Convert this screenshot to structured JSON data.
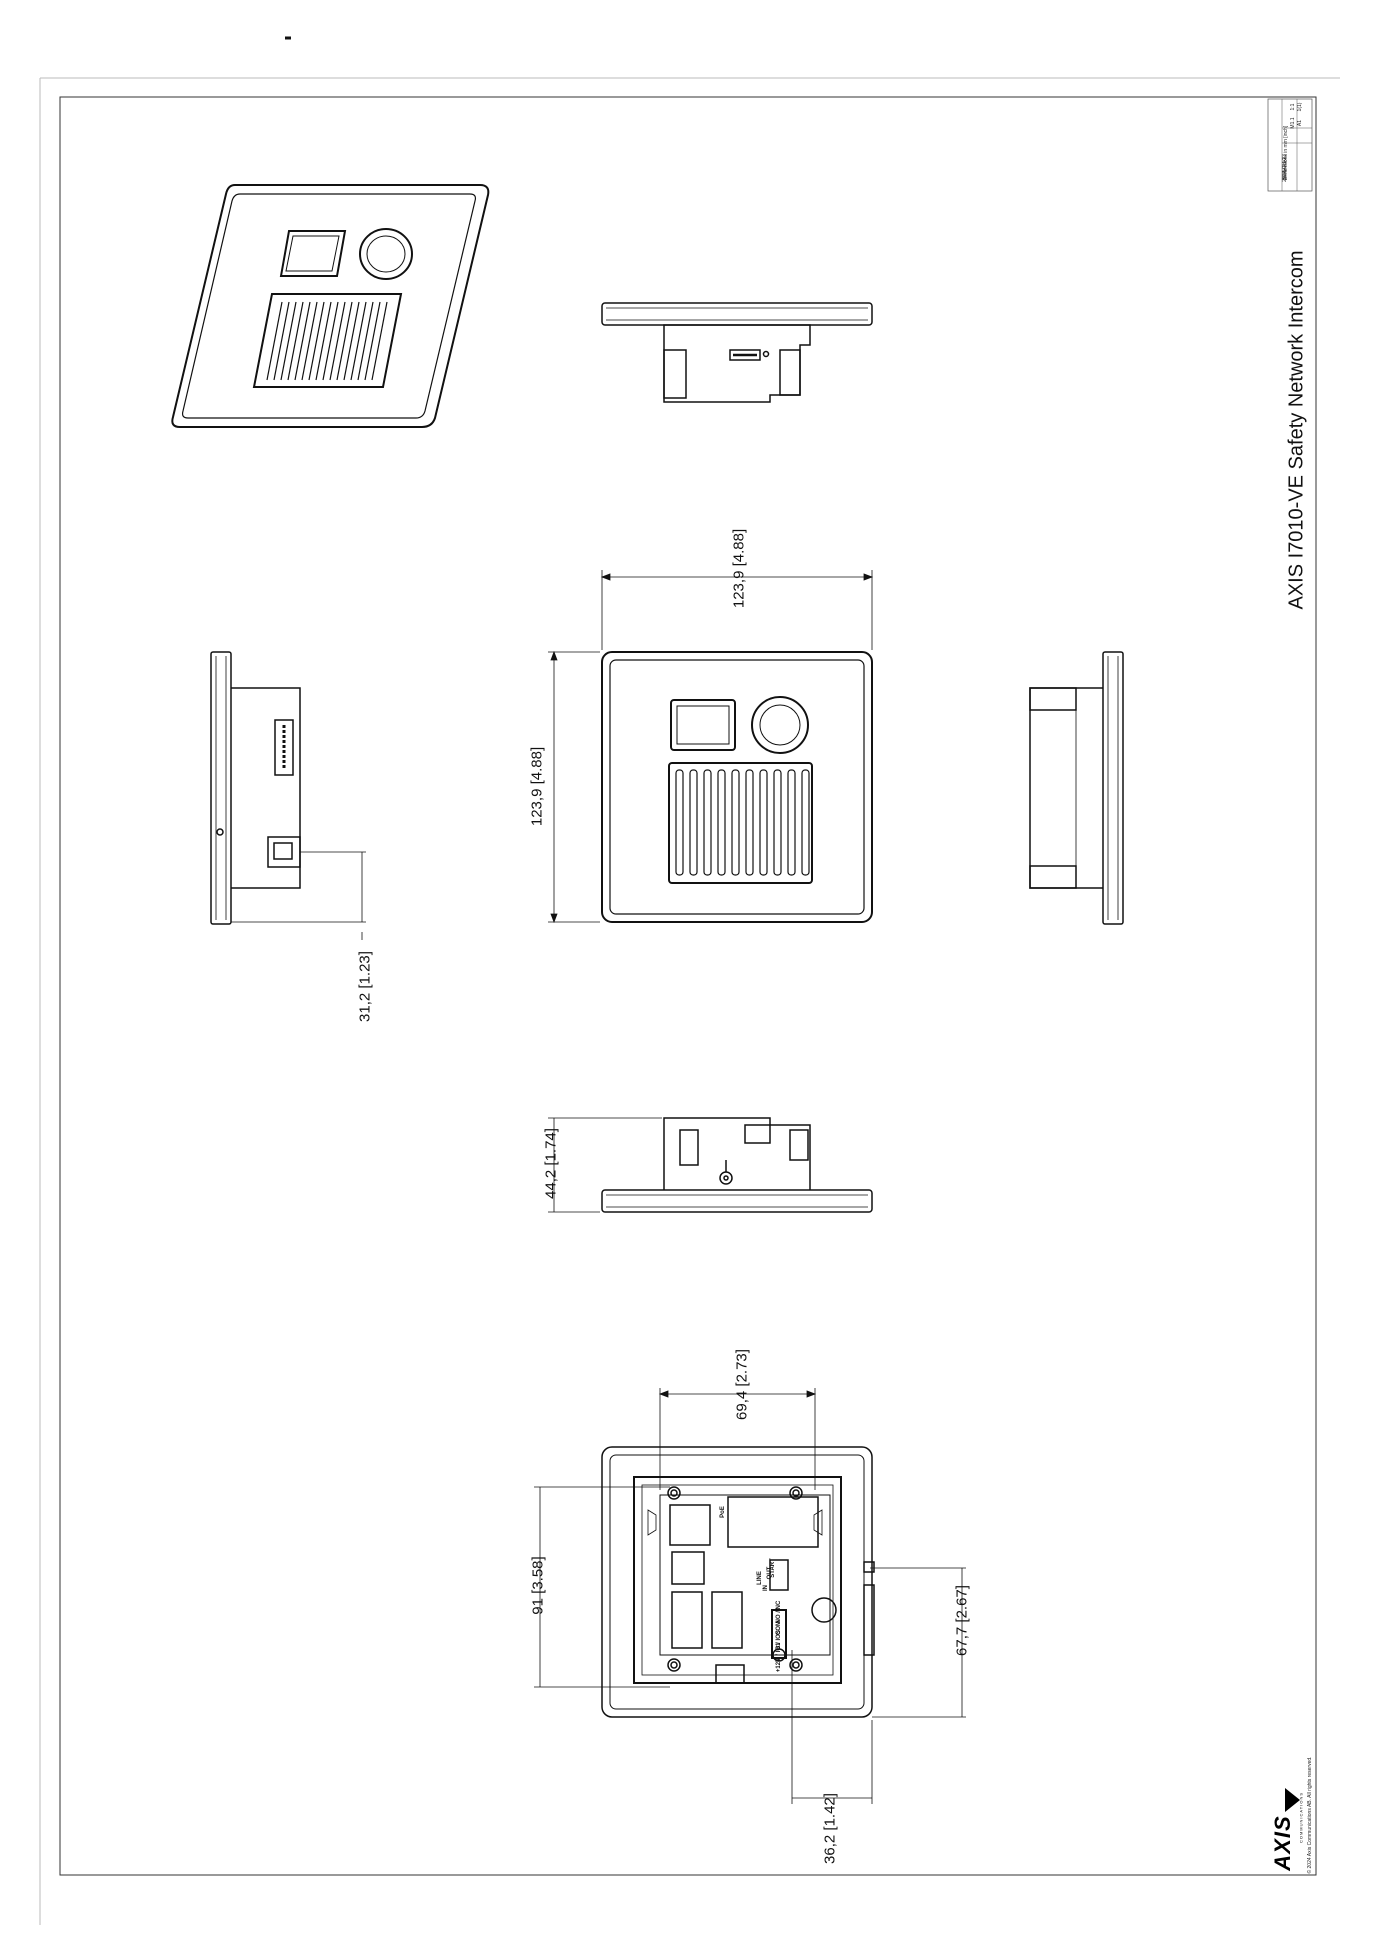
{
  "title_block": {
    "product_title": "AXIS I7010-VE Safety Network Intercom",
    "dimensions_note": "Dimensions in mm [inch]",
    "date_label": "2024-Oct-23",
    "doc_number": "31550710",
    "material_code": "M1.1",
    "size": "A1",
    "scale": "1:1",
    "sheet": "1(1)",
    "copyright": "© 2024 Axis Communications AB. All rights reserved.",
    "brand": "AXIS",
    "brand_sub": "COMMUNICATIONS"
  },
  "dimensions": {
    "front_width": "123,9  [4.88]",
    "front_height": "123,9  [4.88]",
    "side_depth": "31,2  [1.23]",
    "bottom_depth": "44,2  [1.74]",
    "back_hole_spacing": "69,4  [2.73]",
    "back_height": "91  [3.58]",
    "back_offset": "67,7  [2.67]",
    "back_edge": "36,2  [1.42]"
  },
  "back_labels": {
    "poe": "PoE",
    "start": "START",
    "line": "LINE",
    "in": "IN",
    "out": "OUT",
    "no_nc": "NO / NC",
    "com": "COM",
    "b_ios": "B / IOS",
    "a_io1": "A / IO1",
    "v12": "+12V"
  }
}
